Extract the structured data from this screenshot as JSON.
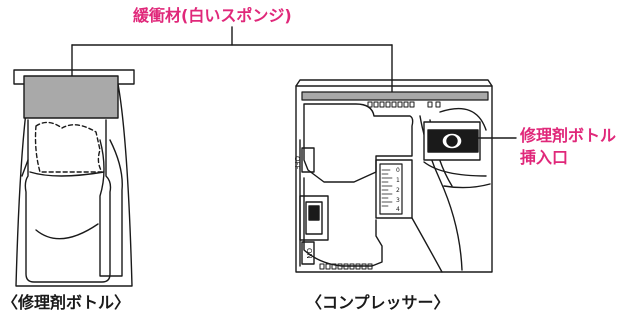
{
  "callouts": {
    "cushion": "緩衝材(白いスポンジ)",
    "inlet_line1": "修理剤ボトル",
    "inlet_line2": "挿入口"
  },
  "captions": {
    "bottle": "〈修理剤ボトル〉",
    "compressor": "〈コンプレッサー〉"
  },
  "switch_labels": {
    "off": "OFF",
    "on": "ON"
  },
  "gauge_ticks": [
    "0",
    "1",
    "2",
    "3",
    "4"
  ],
  "colors": {
    "callout": "#e0287a",
    "outline": "#1a1a1a",
    "sponge": "#a9a9a9"
  }
}
